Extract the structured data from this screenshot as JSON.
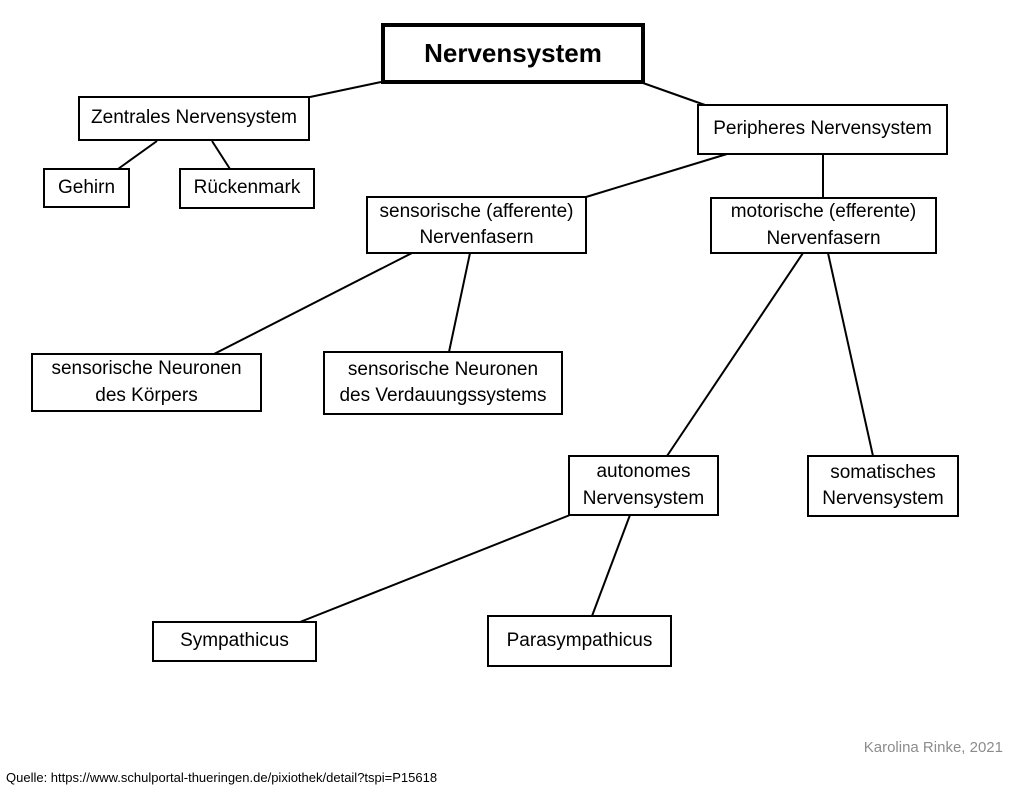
{
  "diagram": {
    "nodes": {
      "nervensystem": {
        "label": "Nervensystem"
      },
      "zentrales": {
        "label": "Zentrales Nervensystem"
      },
      "gehirn": {
        "label": "Gehirn"
      },
      "rueckenmark": {
        "label": "Rückenmark"
      },
      "peripheres": {
        "label": "Peripheres Nervensystem"
      },
      "sensorische_fasern": {
        "label": "sensorische (afferente)\nNervenfasern"
      },
      "motorische_fasern": {
        "label": "motorische (efferente)\nNervenfasern"
      },
      "sensorische_koerper": {
        "label": "sensorische Neuronen\ndes Körpers"
      },
      "sensorische_verdauung": {
        "label": "sensorische Neuronen\ndes Verdauungssystems"
      },
      "autonomes": {
        "label": "autonomes\nNervensystem"
      },
      "somatisches": {
        "label": "somatisches\nNervensystem"
      },
      "sympathicus": {
        "label": "Sympathicus"
      },
      "parasympathicus": {
        "label": "Parasympathicus"
      }
    },
    "edges": [
      {
        "from": "nervensystem",
        "to": "zentrales"
      },
      {
        "from": "nervensystem",
        "to": "peripheres"
      },
      {
        "from": "zentrales",
        "to": "gehirn"
      },
      {
        "from": "zentrales",
        "to": "rueckenmark"
      },
      {
        "from": "peripheres",
        "to": "sensorische_fasern"
      },
      {
        "from": "peripheres",
        "to": "motorische_fasern"
      },
      {
        "from": "sensorische_fasern",
        "to": "sensorische_koerper"
      },
      {
        "from": "sensorische_fasern",
        "to": "sensorische_verdauung"
      },
      {
        "from": "motorische_fasern",
        "to": "autonomes"
      },
      {
        "from": "motorische_fasern",
        "to": "somatisches"
      },
      {
        "from": "autonomes",
        "to": "sympathicus"
      },
      {
        "from": "autonomes",
        "to": "parasympathicus"
      }
    ],
    "colors": {
      "background": "#ffffff",
      "line": "#000000",
      "text": "#000000",
      "attribution_text": "#8c8c8c"
    }
  },
  "footer": {
    "attribution": "Karolina Rinke, 2021",
    "source": "Quelle: https://www.schulportal-thueringen.de/pixiothek/detail?tspi=P15618"
  }
}
